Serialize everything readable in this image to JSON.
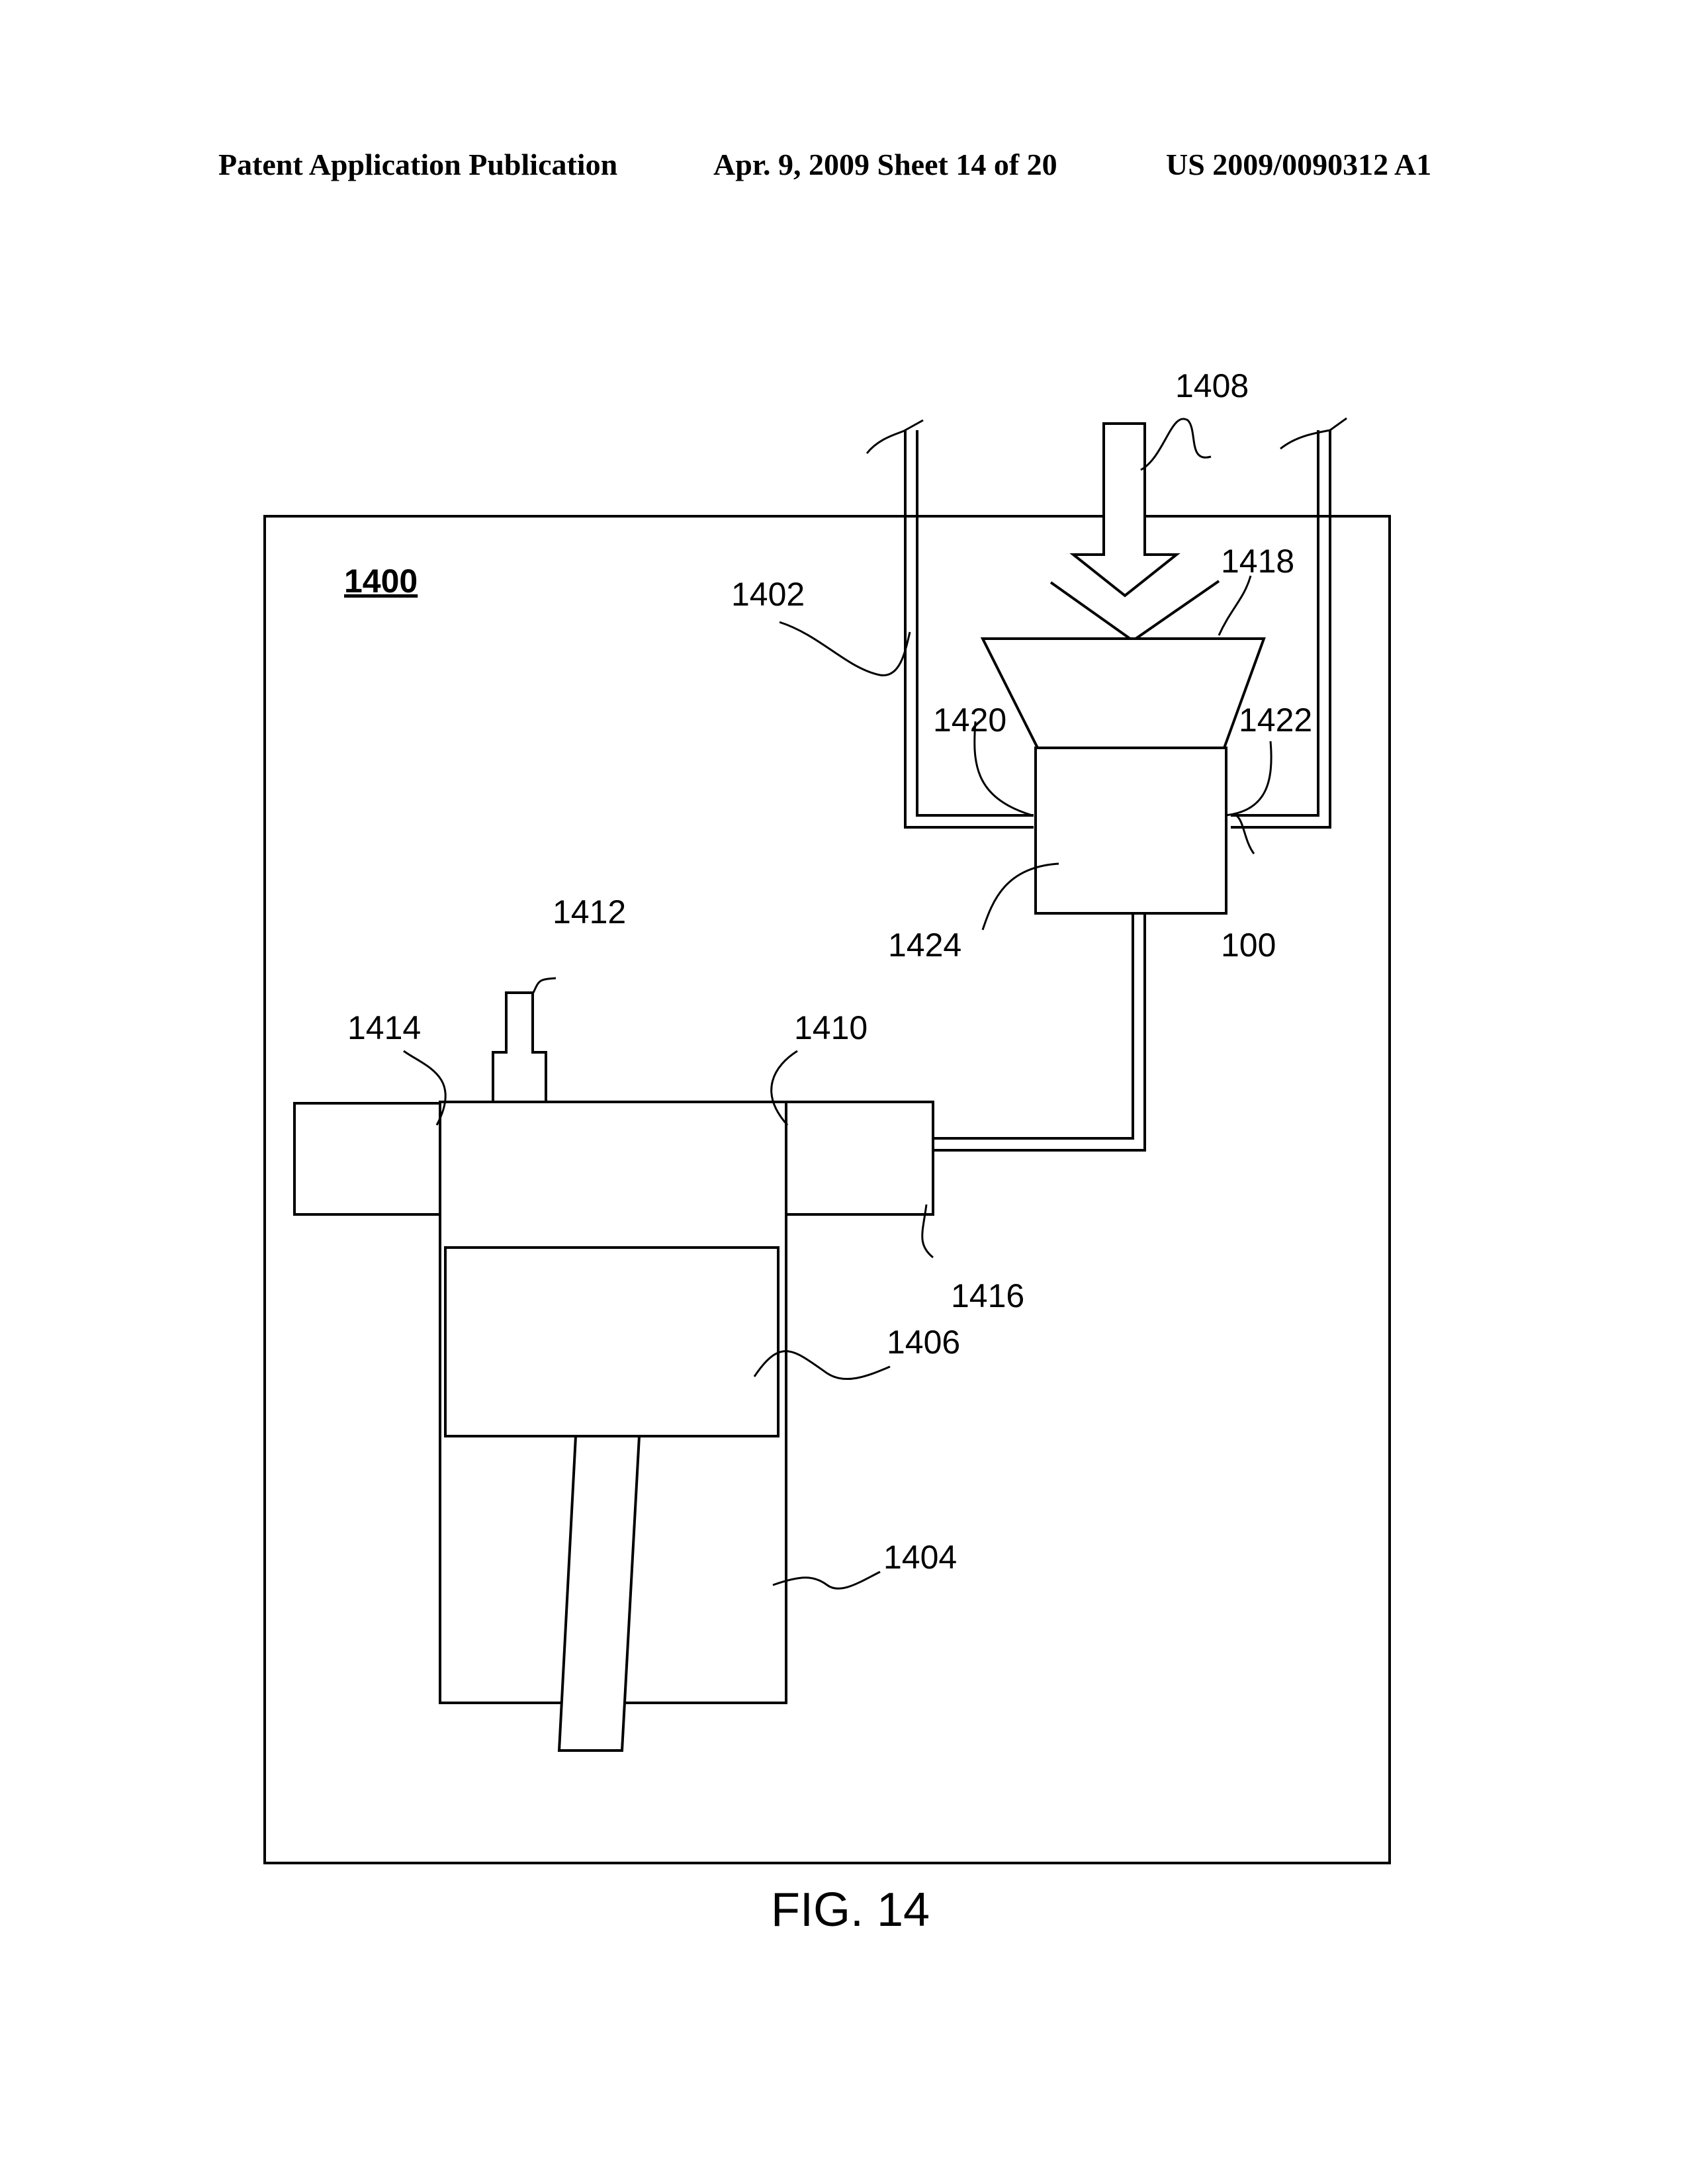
{
  "header": {
    "publication": "Patent Application Publication",
    "date_sheet": "Apr. 9, 2009   Sheet 14 of 20",
    "number": "US 2009/0090312 A1"
  },
  "figure": {
    "title": "1400",
    "caption": "FIG. 14",
    "labels": {
      "l1408": "1408",
      "l1418": "1418",
      "l1402": "1402",
      "l1420": "1420",
      "l1422": "1422",
      "l1424": "1424",
      "l100": "100",
      "l1412": "1412",
      "l1414": "1414",
      "l1410": "1410",
      "l1416": "1416",
      "l1406": "1406",
      "l1404": "1404"
    }
  }
}
